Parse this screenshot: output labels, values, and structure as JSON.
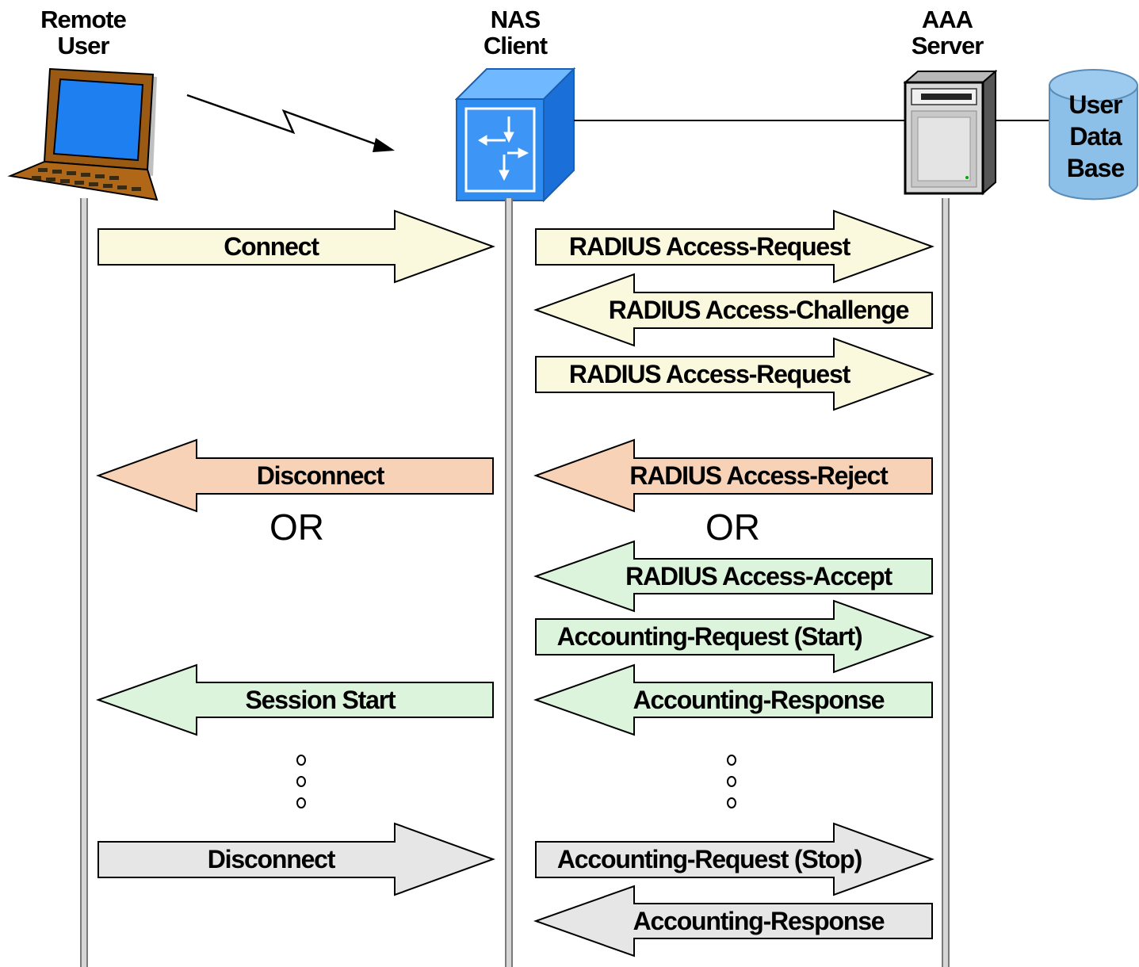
{
  "actors": {
    "remote_user": "Remote\nUser",
    "nas_client": "NAS\nClient",
    "aaa_server": "AAA\nServer",
    "database": "User\nData\nBase"
  },
  "colors": {
    "yellow": "#fbf9dd",
    "salmon": "#f7d2b6",
    "green": "#dcf3dc",
    "gray": "#e6e6e6",
    "nas_blue": "#2f8cf0",
    "db_blue": "#8cc0e8"
  },
  "messages": {
    "connect": "Connect",
    "disconnect_reject": "Disconnect",
    "or_left": "OR",
    "session_start": "Session Start",
    "disconnect_user": "Disconnect",
    "radius_request_1": "RADIUS Access-Request",
    "radius_challenge": "RADIUS Access-Challenge",
    "radius_request_2": "RADIUS Access-Request",
    "radius_reject": "RADIUS Access-Reject",
    "or_right": "OR",
    "radius_accept": "RADIUS Access-Accept",
    "accounting_start": "Accounting-Request (Start)",
    "accounting_response_1": "Accounting-Response",
    "accounting_stop": "Accounting-Request (Stop)",
    "accounting_response_2": "Accounting-Response"
  }
}
